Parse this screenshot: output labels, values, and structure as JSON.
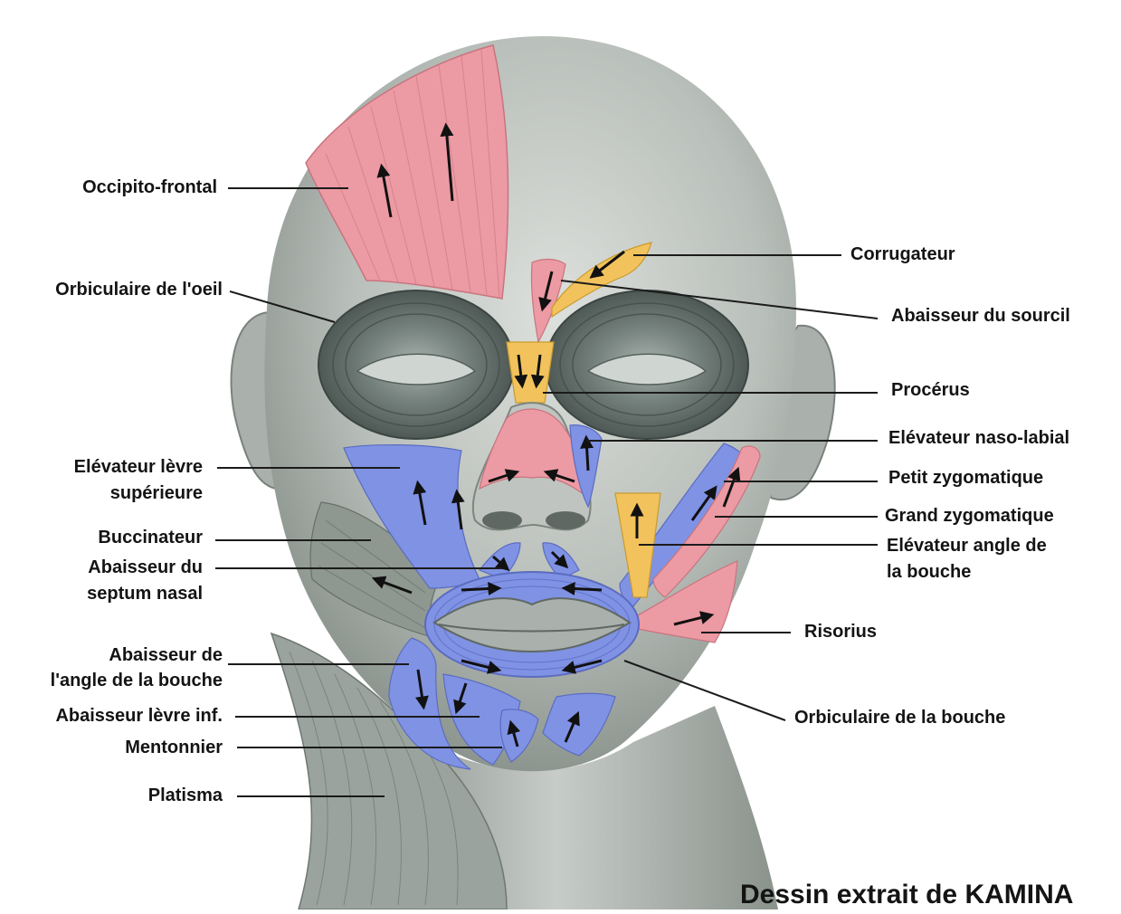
{
  "labels": {
    "occipito_frontal": "Occipito-frontal",
    "orbiculaire_oeil": "Orbiculaire de l'oeil",
    "elevateur_levre_sup_1": "Elévateur lèvre",
    "elevateur_levre_sup_2": "supérieure",
    "buccinateur": "Buccinateur",
    "abaisseur_septum_1": "Abaisseur du",
    "abaisseur_septum_2": "septum nasal",
    "abaisseur_angle_1": "Abaisseur de",
    "abaisseur_angle_2": "l'angle de la bouche",
    "abaisseur_levre_inf": "Abaisseur lèvre inf.",
    "mentonnier": "Mentonnier",
    "platisma": "Platisma",
    "corrugateur": "Corrugateur",
    "abaisseur_sourcil": "Abaisseur du sourcil",
    "procerus": "Procérus",
    "elevateur_naso_labial": "Elévateur naso-labial",
    "petit_zygomatique": "Petit zygomatique",
    "grand_zygomatique": "Grand zygomatique",
    "elevateur_angle_1": "Elévateur angle de",
    "elevateur_angle_2": "la bouche",
    "risorius": "Risorius",
    "orbiculaire_bouche": "Orbiculaire de la bouche"
  },
  "credit": "Dessin extrait de KAMINA",
  "colors": {
    "skin": "#b7bcb8",
    "skin_dark": "#8f9690",
    "orbicularis_eye": "#5f6b68",
    "pink_muscle": "#ec9aa3",
    "blue_muscle": "#7f92e4",
    "yellow_muscle": "#f2c35c",
    "platysma": "#9aa29c",
    "leader_line": "#1b1b1b"
  }
}
